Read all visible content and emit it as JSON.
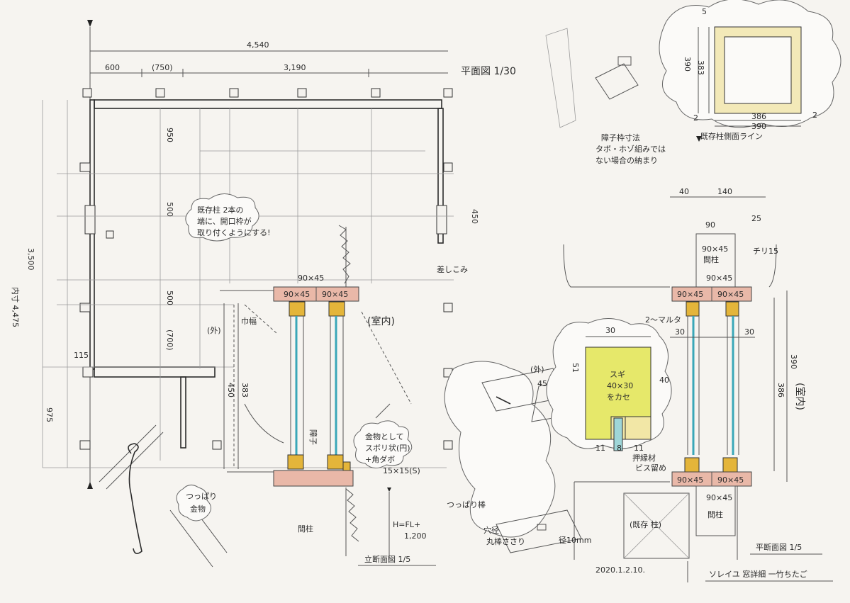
{
  "plan": {
    "title": "平面図 1/30",
    "dims": {
      "total": "4,540",
      "d600": "600",
      "d750": "(750)",
      "d3190": "3,190",
      "d950": "950",
      "d500a": "500",
      "d500b": "500",
      "d700": "(700)",
      "d975": "975",
      "d450": "450",
      "d115": "115",
      "d3500": "3,500",
      "inner": "内寸 4,475"
    },
    "notes": {
      "note1": "既存柱 2本の",
      "note2": "端に、開口枠が",
      "note3": "取り付くようにする!",
      "kaki": "差しこみ"
    }
  },
  "elevation": {
    "title": "立断面図 1/5",
    "labels": {
      "out": "(外)",
      "in": "(室内)",
      "haba": "巾幅",
      "member1": "90×45",
      "member2": "90×45",
      "member3": "90×45",
      "dimA": "450",
      "dimB": "383",
      "garasu": "障子",
      "hardware1": "金物として",
      "hardware2": "スボリ状(円)",
      "hardware3": "+角ダボ",
      "hardware4": "15×15(S)",
      "height1": "H=FL+",
      "height2": "1,200",
      "mabashira": "間柱"
    }
  },
  "section": {
    "title": "平断面図 1/5",
    "labels": {
      "d40": "40",
      "d140": "140",
      "d90": "90",
      "d25": "25",
      "d30a": "30",
      "d30b": "30",
      "d390": "390",
      "d386": "386",
      "mabashira1": "間柱",
      "mabashira2": "間柱",
      "m1": "90×45",
      "m2": "90×45",
      "m3": "90×45",
      "m4": "90×45",
      "m5": "90×45",
      "m6": "90×45",
      "m7": "90×45",
      "chiri": "チリ15",
      "in": "(室内)",
      "out": "(外)",
      "kizon": "(既存 柱)",
      "note2x": "2～マルタ",
      "sugi1": "スギ",
      "sugi2": "40×30",
      "sugi3": "をカセ",
      "d30c": "30",
      "d51": "51",
      "d11a": "11",
      "d8": "8",
      "d11b": "11",
      "oshibuchi1": "押縁材",
      "oshibuchi2": "ビス留め",
      "d45": "45",
      "d40b": "40"
    }
  },
  "detail": {
    "d5": "5",
    "d390": "390",
    "d383": "383",
    "d386": "386",
    "d390b": "390",
    "d2a": "2",
    "d2b": "2",
    "title": "既存柱側面ライン",
    "note1": "障子枠寸法",
    "note2": "タボ・ホゾ組みでは",
    "note3": "ない場合の納まり"
  },
  "callouts": {
    "tsuppari1": "つっぱり",
    "tsuppari2": "金物",
    "tsupparibou": "つっぱり棒",
    "hole1": "穴径",
    "hole2": "丸棒ささり",
    "dia": "径10mm"
  },
  "footer": {
    "date": "2020.1.2.10.",
    "sheet": "ソレイユ 窓詳細 一竹ちたご"
  },
  "colors": {
    "wood": "#e9b8a8",
    "frame": "#e4b53a",
    "glass": "#3aa7b8",
    "sugi": "#e6e86a"
  }
}
